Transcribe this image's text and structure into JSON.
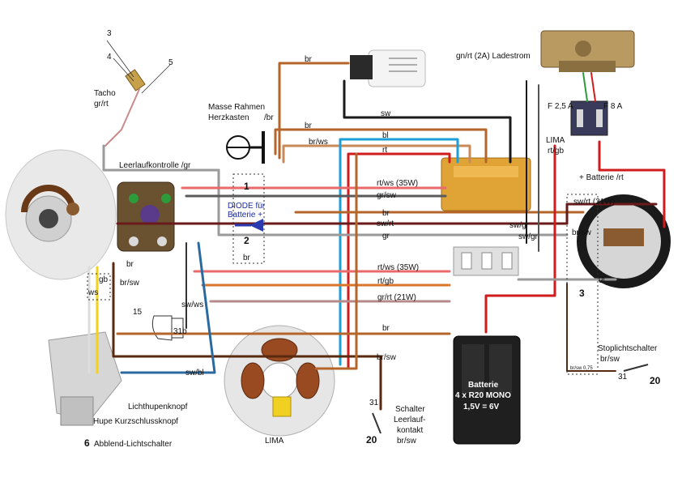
{
  "labels": {
    "tacho": "Tacho",
    "tacho_color": "gr/rt",
    "n3": "3",
    "n4": "4",
    "n5": "5",
    "br_top": "br",
    "masse_rahmen": "Masse Rahmen",
    "herzkasten": "Herzkasten",
    "herz_br": "/br",
    "sw_top": "sw",
    "br_mid": "br",
    "br_ws": "br/ws",
    "bl": "bl",
    "rt": "rt",
    "gn_rt_ladestrom": "gn/rt (2A) Ladestrom",
    "f25": "F 2,5 A",
    "f8": "F 8 A",
    "lima_small": "LIMA",
    "rt_gb_lima": "rt/gb",
    "batterie_rt": "+ Batterie /rt",
    "leerlauf_kontrolle": "Leerlaufkontrolle /gr",
    "diode_1": "1",
    "diode_text_1": "DIODE für",
    "diode_text_2": "Batterie +",
    "diode_2": "2",
    "diode_br": "br",
    "rt_ws_35w_top": "rt/ws (35W)",
    "gr_sw": "gr/sw",
    "br_right": "br",
    "sw_rt": "sw/rt",
    "gr_mid": "gr",
    "sw_rt_21w": "sw/rt (21W)",
    "br_sw_right": "br/sw",
    "sw_gr_1": "sw/gr",
    "sw_gr_2": "sw/gr",
    "gr_right": "gr",
    "three": "3",
    "br_left": "br",
    "gb": "gb",
    "ws": "ws",
    "br_sw_left": "br/sw",
    "rt_ws_35w_bottom": "rt/ws (35W)",
    "rt_gb": "rt/gb",
    "gr_rt_21w": "gr/rt (21W)",
    "sw_ws": "sw/ws",
    "n15": "15",
    "n31b": "31b",
    "br_bottom": "br",
    "br_sw_bottom": "br/sw",
    "sw_bl": "sw/bl",
    "batterie_title": "Batterie",
    "batterie_cells": "4 x R20 MONO",
    "batterie_volt": "1,5V = 6V",
    "stoplicht": "Stoplichtschalter",
    "stop_br_sw": "br/sw",
    "n31": "31",
    "n20_right": "20",
    "stop_rt_sw": "br/sw 0,75",
    "schalter_1": "Schalter",
    "schalter_2": "Leerlauf-",
    "schalter_3": "kontakt",
    "schalter_4": "br/sw",
    "n31_left": "31",
    "n20_left": "20",
    "lichthupe": "Lichthupenknopf",
    "hupe": "Hupe Kurzschlussknopf",
    "abblend_num": "6",
    "abblend": "Abblend-Lichtschalter",
    "lima_big": "LIMA"
  },
  "colors": {
    "br": "#b5652a",
    "sw": "#1a1a1a",
    "rt": "#d21b1b",
    "bl": "#1aa0d8",
    "gr": "#9a9a9a",
    "gb": "#f2d21b",
    "ws": "#ffffff",
    "gn": "#2e9b3b",
    "yellow_box": "#e8a82a"
  }
}
